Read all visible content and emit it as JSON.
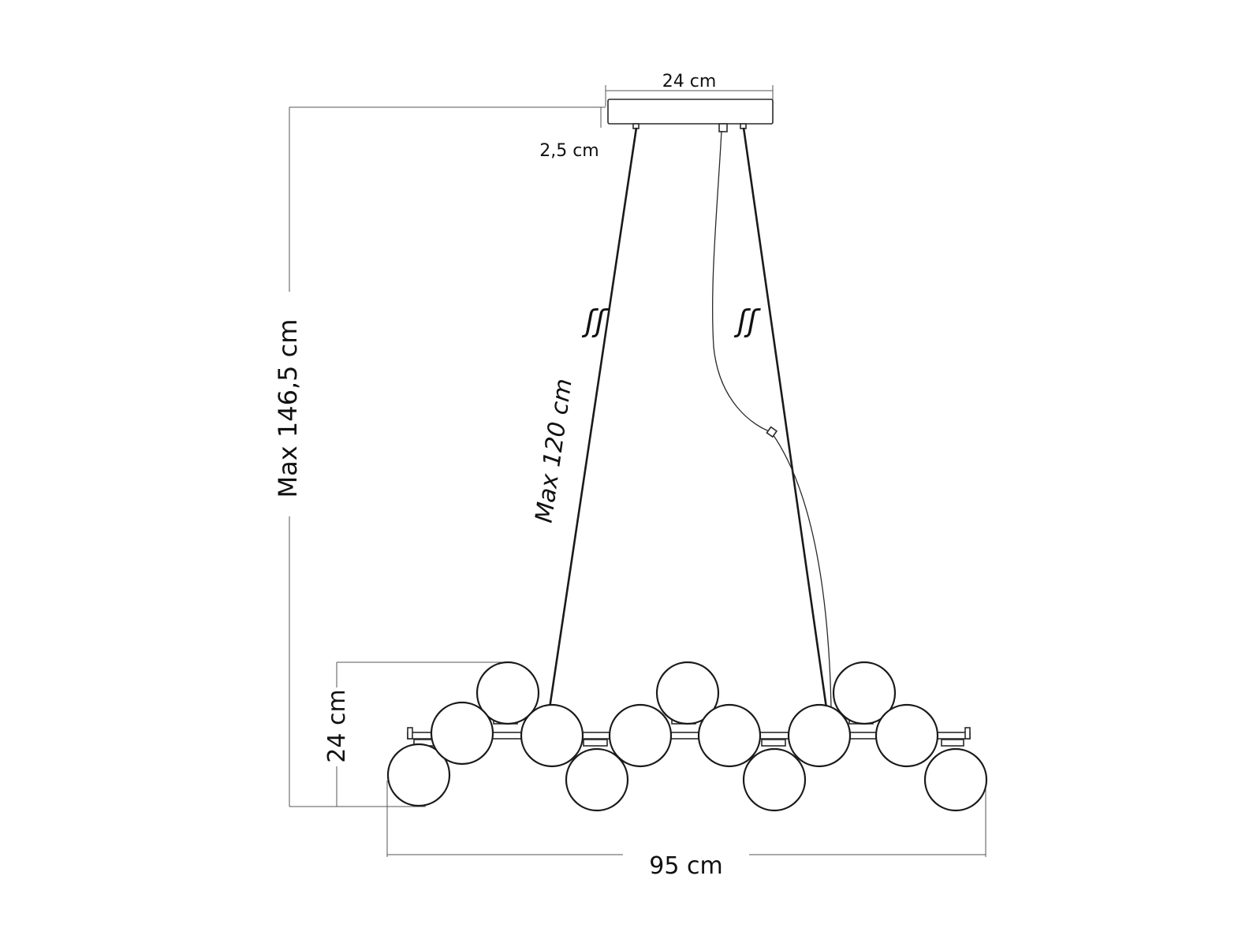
{
  "dimensions": {
    "canopy_width": "24 cm",
    "canopy_height": "2,5 cm",
    "total_height": "Max 146,5 cm",
    "wire_length": "Max 120 cm",
    "fixture_height": "24 cm",
    "fixture_width": "95 cm"
  },
  "symbols": {
    "wire_break": "ʃʃ"
  },
  "colors": {
    "line": "#1a1a1a",
    "dimension_line": "#555555",
    "background": "#ffffff"
  }
}
